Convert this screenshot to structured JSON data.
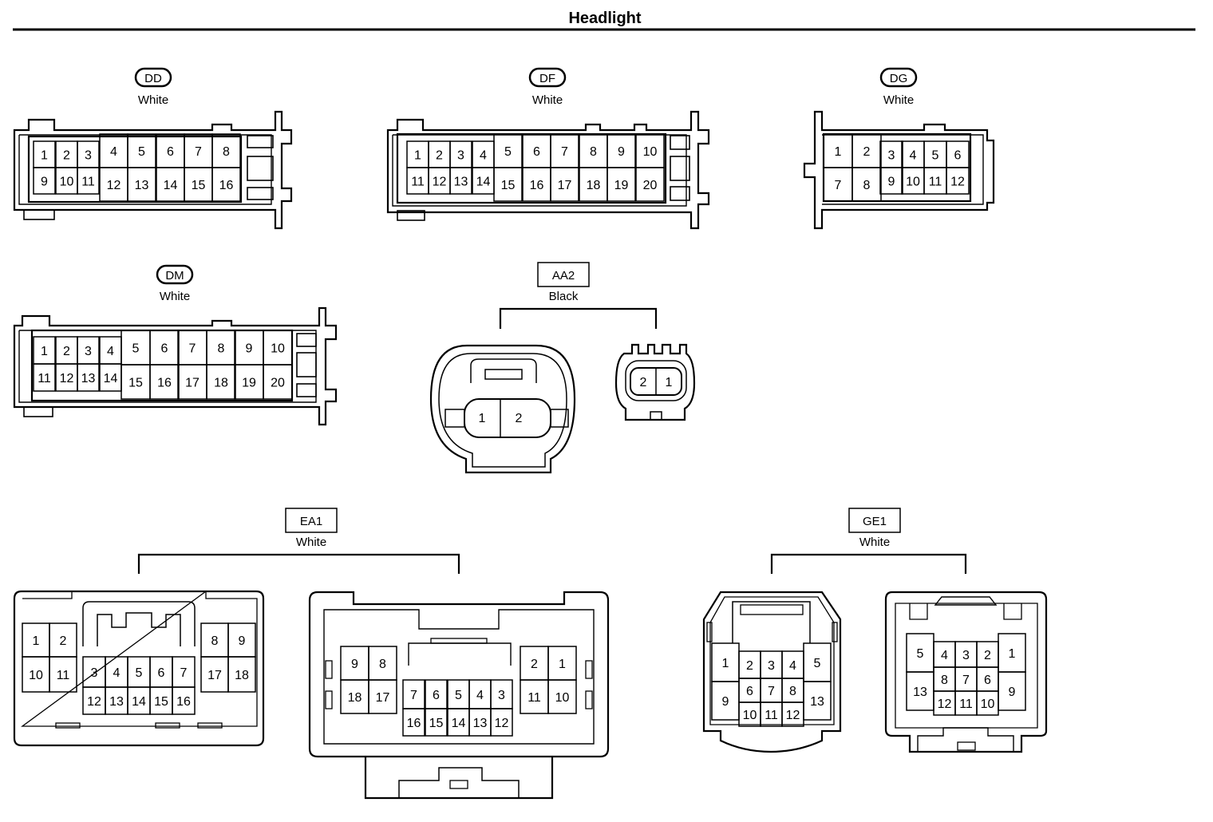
{
  "title": "Headlight",
  "connectors": {
    "DD": {
      "code": "DD",
      "color": "White",
      "pins": [
        "1",
        "2",
        "3",
        "4",
        "5",
        "6",
        "7",
        "8",
        "9",
        "10",
        "11",
        "12",
        "13",
        "14",
        "15",
        "16"
      ]
    },
    "DF": {
      "code": "DF",
      "color": "White",
      "pins": [
        "1",
        "2",
        "3",
        "4",
        "5",
        "6",
        "7",
        "8",
        "9",
        "10",
        "11",
        "12",
        "13",
        "14",
        "15",
        "16",
        "17",
        "18",
        "19",
        "20"
      ]
    },
    "DG": {
      "code": "DG",
      "color": "White",
      "pins": [
        "1",
        "2",
        "3",
        "4",
        "5",
        "6",
        "7",
        "8",
        "9",
        "10",
        "11",
        "12"
      ]
    },
    "DM": {
      "code": "DM",
      "color": "White",
      "pins": [
        "1",
        "2",
        "3",
        "4",
        "5",
        "6",
        "7",
        "8",
        "9",
        "10",
        "11",
        "12",
        "13",
        "14",
        "15",
        "16",
        "17",
        "18",
        "19",
        "20"
      ]
    },
    "AA2": {
      "code": "AA2",
      "color": "Black",
      "female_pins": [
        "1",
        "2"
      ],
      "male_pins": [
        "2",
        "1"
      ]
    },
    "EA1": {
      "code": "EA1",
      "color": "White",
      "female_pins": [
        "1",
        "2",
        "8",
        "9",
        "10",
        "11",
        "17",
        "18",
        "3",
        "4",
        "5",
        "6",
        "7",
        "12",
        "13",
        "14",
        "15",
        "16"
      ],
      "male_pins": [
        "9",
        "8",
        "18",
        "17",
        "2",
        "1",
        "11",
        "10",
        "7",
        "6",
        "5",
        "4",
        "3",
        "16",
        "15",
        "14",
        "13",
        "12"
      ]
    },
    "GE1": {
      "code": "GE1",
      "color": "White",
      "female_pins": [
        "1",
        "2",
        "3",
        "4",
        "5",
        "6",
        "7",
        "8",
        "9",
        "13",
        "10",
        "11",
        "12"
      ],
      "male_pins": [
        "5",
        "4",
        "3",
        "2",
        "1",
        "13",
        "8",
        "7",
        "6",
        "9",
        "12",
        "11",
        "10"
      ]
    }
  }
}
